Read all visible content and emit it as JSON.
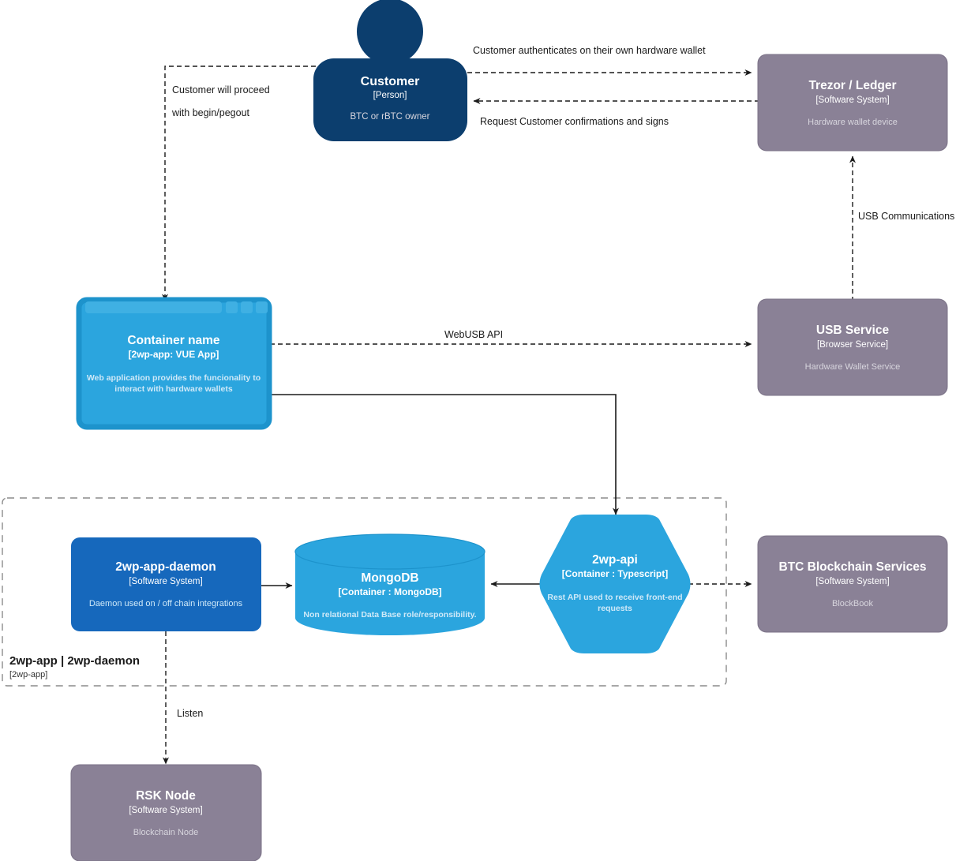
{
  "diagram": {
    "type": "c4-container-diagram",
    "background": "#ffffff",
    "colors": {
      "person": "#0c3e6e",
      "software_system": "#8a8196",
      "container_dark_blue": "#1668bc",
      "container_light_blue": "#2ba5de",
      "container_light_blue_border": "#1d93cc",
      "edge": "#1a1a1a",
      "boundary": "#8c8c8c",
      "text_light": "#ffffff",
      "text_muted": "#d8d6de"
    }
  },
  "nodes": {
    "customer": {
      "title": "Customer",
      "type": "[Person]",
      "description": "BTC or rBTC owner",
      "shape": "person"
    },
    "trezor_ledger": {
      "title": "Trezor / Ledger",
      "type": "[Software System]",
      "description": "Hardware wallet device",
      "shape": "rounded-box"
    },
    "usb_service": {
      "title": "USB Service",
      "type": "[Browser Service]",
      "description": "Hardware Wallet Service",
      "shape": "rounded-box"
    },
    "vue_app": {
      "title": "Container name",
      "type": "[2wp-app: VUE App]",
      "description": "Web application provides the funcionality to interact with hardware wallets",
      "description_lines": [
        "Web application provides the funcionality to",
        "interact with hardware wallets"
      ],
      "shape": "browser-window"
    },
    "daemon": {
      "title": "2wp-app-daemon",
      "type": "[Software System]",
      "description": "Daemon used on / off chain integrations",
      "shape": "rounded-box"
    },
    "mongodb": {
      "title": "MongoDB",
      "type": "[Container : MongoDB]",
      "description": "Non relational Data Base role/responsibility.",
      "shape": "cylinder"
    },
    "twp_api": {
      "title": "2wp-api",
      "type": "[Container : Typescript]",
      "description": "Rest API used to receive front-end requests",
      "description_lines": [
        "Rest API used to receive front-end",
        "requests"
      ],
      "shape": "hexagon"
    },
    "btc_blockchain": {
      "title": "BTC Blockchain Services",
      "type": "[Software System]",
      "description": "BlockBook",
      "shape": "rounded-box"
    },
    "rsk_node": {
      "title": "RSK Node",
      "type": "[Software System]",
      "description": "Blockchain Node",
      "shape": "rounded-box"
    }
  },
  "boundary": {
    "title": "2wp-app | 2wp-daemon",
    "subtitle": "[2wp-app]"
  },
  "edges": [
    {
      "id": "customer-to-trezor",
      "label": "Customer authenticates on their own hardware wallet",
      "style": "dashed",
      "from": "customer",
      "to": "trezor_ledger"
    },
    {
      "id": "trezor-to-customer",
      "label": "Request Customer confirmations and signs",
      "style": "dashed",
      "from": "trezor_ledger",
      "to": "customer"
    },
    {
      "id": "customer-to-vue-app",
      "label_lines": [
        "Customer will proceed",
        "with begin/pegout"
      ],
      "label": "Customer will proceed with begin/pegout",
      "style": "dashed",
      "from": "customer",
      "to": "vue_app"
    },
    {
      "id": "vue-app-to-usb-service",
      "label": "WebUSB API",
      "style": "dashed",
      "from": "vue_app",
      "to": "usb_service"
    },
    {
      "id": "usb-service-to-trezor",
      "label": "USB Communications",
      "style": "dashed",
      "from": "usb_service",
      "to": "trezor_ledger"
    },
    {
      "id": "vue-app-to-twp-api",
      "label": "",
      "style": "solid",
      "from": "vue_app",
      "to": "twp_api"
    },
    {
      "id": "daemon-to-mongodb",
      "label": "",
      "style": "solid",
      "from": "daemon",
      "to": "mongodb"
    },
    {
      "id": "twp-api-to-mongodb",
      "label": "",
      "style": "solid",
      "from": "twp_api",
      "to": "mongodb"
    },
    {
      "id": "twp-api-to-btc-blockchain",
      "label": "",
      "style": "dashed",
      "from": "twp_api",
      "to": "btc_blockchain"
    },
    {
      "id": "daemon-to-rsk-node",
      "label": "Listen",
      "style": "dashed",
      "from": "daemon",
      "to": "rsk_node"
    }
  ]
}
